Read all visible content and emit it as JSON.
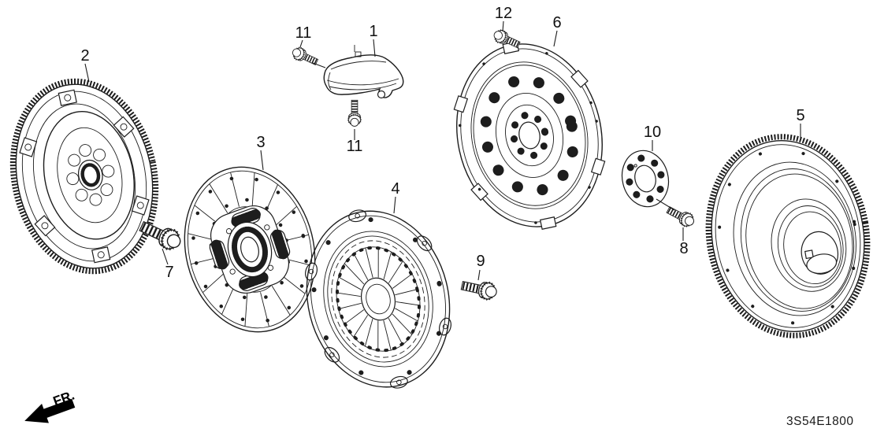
{
  "diagram": {
    "background_color": "#ffffff",
    "line_color": "#1d1d1d",
    "code": "3S54E1800",
    "direction_indicator": "FR.",
    "callouts": [
      {
        "number": "1",
        "part": "clutch-cover"
      },
      {
        "number": "2",
        "part": "flywheel"
      },
      {
        "number": "3",
        "part": "clutch-disc"
      },
      {
        "number": "4",
        "part": "clutch-pressure-plate"
      },
      {
        "number": "5",
        "part": "torque-converter"
      },
      {
        "number": "6",
        "part": "drive-plate"
      },
      {
        "number": "7",
        "part": "flywheel-bolt"
      },
      {
        "number": "8",
        "part": "drive-plate-washer-bolt"
      },
      {
        "number": "9",
        "part": "pressure-plate-bolt"
      },
      {
        "number": "10",
        "part": "drive-plate-washer"
      },
      {
        "number": "11",
        "part": "clutch-cover-bolt-upper"
      },
      {
        "number": "11",
        "part": "clutch-cover-bolt-lower"
      },
      {
        "number": "12",
        "part": "drive-plate-bolt"
      }
    ]
  }
}
